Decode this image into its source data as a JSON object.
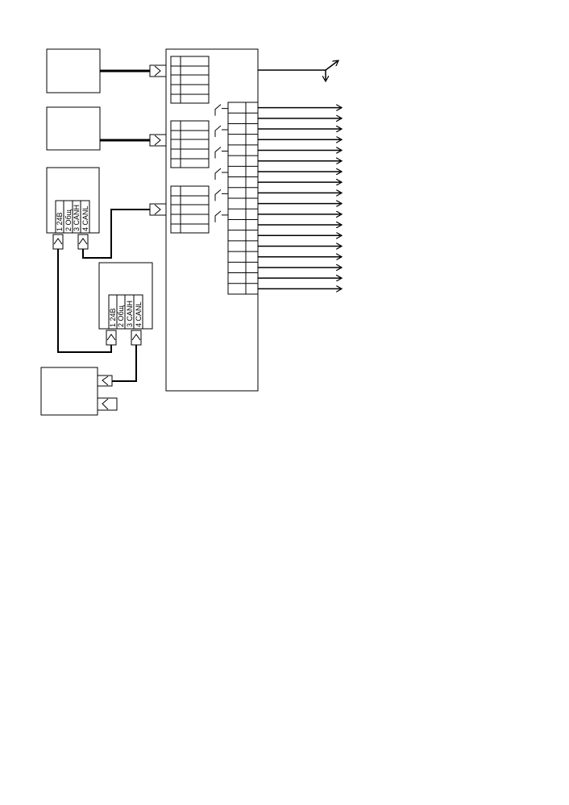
{
  "diagram": {
    "bus_module_1": {
      "pins": [
        {
          "num": "1",
          "label": "24В"
        },
        {
          "num": "2",
          "label": "Общ"
        },
        {
          "num": "3",
          "label": "CANH"
        },
        {
          "num": "4",
          "label": "CANL"
        }
      ]
    },
    "bus_module_2": {
      "pins": [
        {
          "num": "1",
          "label": "24В"
        },
        {
          "num": "2",
          "label": "Общ"
        },
        {
          "num": "3",
          "label": "CANH"
        },
        {
          "num": "4",
          "label": "CANL"
        }
      ]
    },
    "output_count": 18,
    "relay_count": 6
  }
}
